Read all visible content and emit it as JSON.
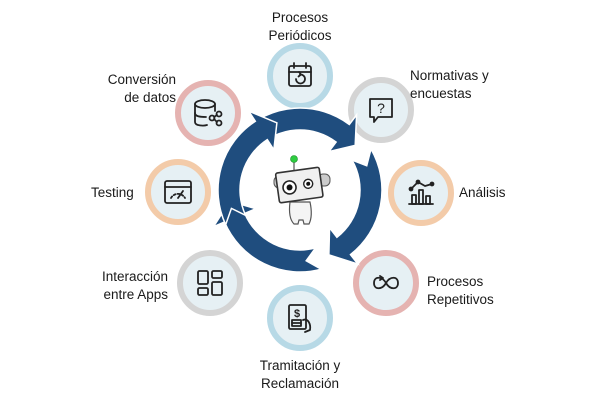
{
  "title_hidden": null,
  "colors": {
    "ring": "#1f4d7e",
    "node_fill": "#e6f0f4",
    "blue": "#b7d9e6",
    "pink": "#e5b3b1",
    "grey": "#d4d4d4",
    "peach": "#f3cba9",
    "antenna": "#2ecc40"
  },
  "nodes": [
    {
      "id": "periodicos",
      "label": "Procesos\nPeriódicos",
      "icon": "calendar-refresh-icon",
      "ring": "blue"
    },
    {
      "id": "normativas",
      "label": "Normativas y\nencuestas",
      "icon": "question-bubble-icon",
      "ring": "grey"
    },
    {
      "id": "analisis",
      "label": "Análisis",
      "icon": "bar-chart-trend-icon",
      "ring": "peach"
    },
    {
      "id": "repetitivos",
      "label": "Procesos\nRepetitivos",
      "icon": "infinity-loop-icon",
      "ring": "pink"
    },
    {
      "id": "tramitacion",
      "label": "Tramitación y\nReclamación",
      "icon": "invoice-hand-icon",
      "ring": "blue"
    },
    {
      "id": "interaccion",
      "label": "Interacción\nentre Apps",
      "icon": "app-grid-icon",
      "ring": "grey"
    },
    {
      "id": "testing",
      "label": "Testing",
      "icon": "browser-gauge-icon",
      "ring": "peach"
    },
    {
      "id": "conversion",
      "label": "Conversión\nde datos",
      "icon": "database-share-icon",
      "ring": "pink"
    }
  ]
}
